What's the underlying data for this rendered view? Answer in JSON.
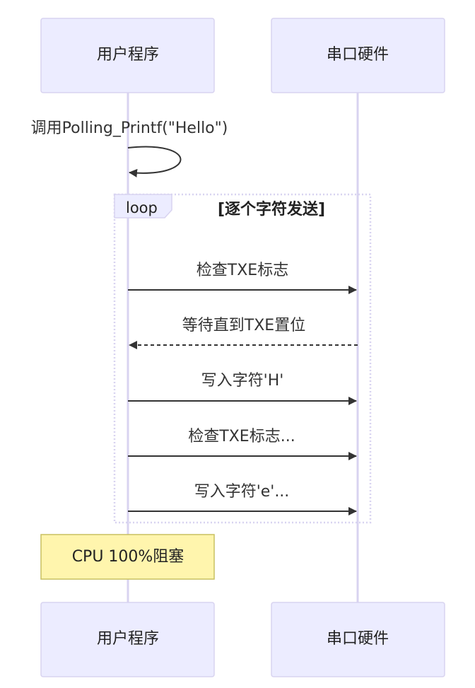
{
  "participants": {
    "user_program": "用户程序",
    "serial_hw": "串口硬件"
  },
  "messages": {
    "self_call": "调用Polling_Printf(\"Hello\")",
    "check_txe": "检查TXE标志",
    "wait_txe": "等待直到TXE置位",
    "write_h": "写入字符'H'",
    "check_txe_more": "检查TXE标志...",
    "write_e_more": "写入字符'e'..."
  },
  "loop": {
    "keyword": "loop",
    "condition": "[逐个字符发送]"
  },
  "note": {
    "text": "CPU 100%阻塞"
  },
  "colors": {
    "actor_fill": "#ECECFF",
    "actor_stroke": "#D8D3F0",
    "note_fill": "#FFF5AD",
    "line": "#333333"
  }
}
